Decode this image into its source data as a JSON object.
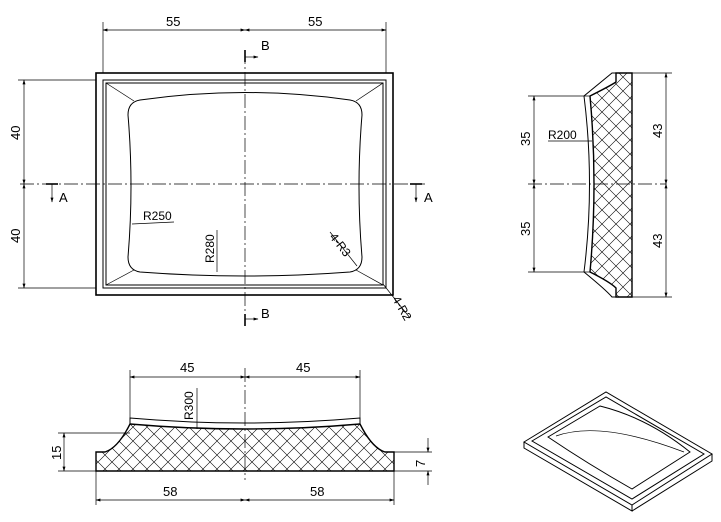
{
  "views": {
    "top": {
      "dim_width_left": "55",
      "dim_width_right": "55",
      "dim_height_top": "40",
      "dim_height_bottom": "40",
      "radius_side": "R250",
      "radius_bottom": "R280",
      "radius_corner_inner": "4-R3",
      "radius_corner_outer": "4-R2",
      "section_b_top": "B",
      "section_b_bottom": "B",
      "section_a_left": "A",
      "section_a_right": "A"
    },
    "side": {
      "dim_left_top": "35",
      "dim_left_bottom": "35",
      "dim_right_top": "43",
      "dim_right_bottom": "43",
      "radius": "R200"
    },
    "front": {
      "dim_top_left": "45",
      "dim_top_right": "45",
      "dim_bottom_left": "58",
      "dim_bottom_right": "58",
      "dim_height": "15",
      "dim_step": "7",
      "radius": "R300"
    }
  }
}
